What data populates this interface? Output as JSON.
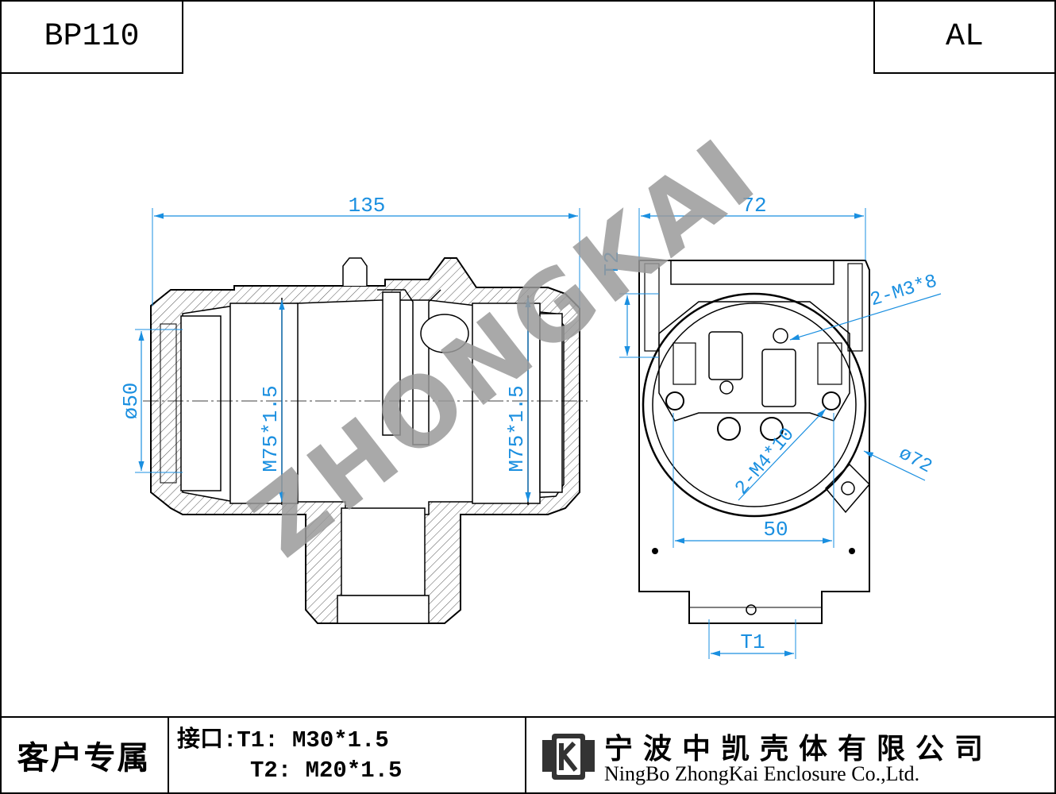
{
  "header": {
    "model": "BP110",
    "material": "AL"
  },
  "drawing": {
    "watermark": "ZHONGKAI",
    "side_view": {
      "width_dim": "135",
      "height_dim": "ø50",
      "thread_left": "M75*1.5",
      "thread_right": "M75*1.5"
    },
    "front_view": {
      "width_dim": "72",
      "port_t2": "T2",
      "port_t1": "T1",
      "hole_top": "2-M3*8",
      "hole_mid": "2-M4*10",
      "diameter": "ø72",
      "spacing": "50"
    },
    "colors": {
      "dimension": "#1a8fe0",
      "line": "#000000",
      "hatch": "#555555",
      "watermark": "#9a9a9a"
    }
  },
  "footer": {
    "customer_label": "客户专属",
    "interface_line1": "接口:T1: M30*1.5",
    "interface_line2": "T2: M20*1.5",
    "company_cn": "宁波中凯壳体有限公司",
    "company_en": "NingBo ZhongKai Enclosure Co.,Ltd."
  }
}
